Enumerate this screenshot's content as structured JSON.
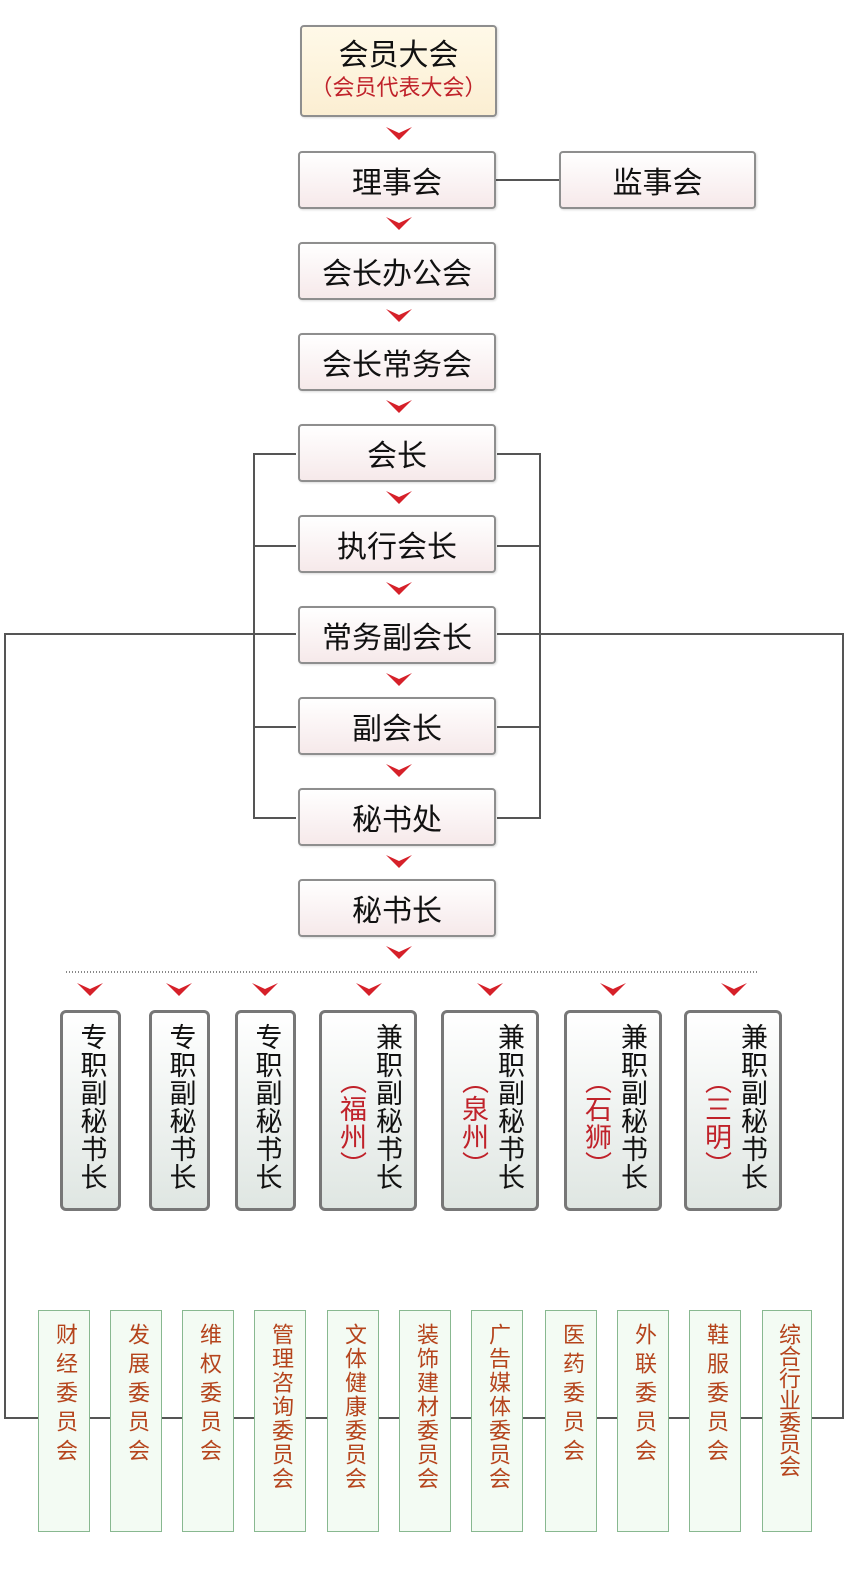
{
  "main": [
    {
      "label": "会员大会",
      "sub": "（会员代表大会）"
    },
    {
      "label": "理事会"
    },
    {
      "label": "会长办公会"
    },
    {
      "label": "会长常务会"
    },
    {
      "label": "会长"
    },
    {
      "label": "执行会长"
    },
    {
      "label": "常务副会长"
    },
    {
      "label": "副会长"
    },
    {
      "label": "秘书处"
    },
    {
      "label": "秘书长"
    }
  ],
  "side": {
    "label": "监事会"
  },
  "deputies": [
    {
      "text": "专职副秘书长",
      "region": ""
    },
    {
      "text": "专职副秘书长",
      "region": ""
    },
    {
      "text": "专职副秘书长",
      "region": ""
    },
    {
      "text": "兼职副秘书长",
      "region": "（福州）"
    },
    {
      "text": "兼职副秘书长",
      "region": "（泉州）"
    },
    {
      "text": "兼职副秘书长",
      "region": "（石狮）"
    },
    {
      "text": "兼职副秘书长",
      "region": "（三明）"
    }
  ],
  "committees": [
    "财经委员会",
    "发展委员会",
    "维权委员会",
    "管理咨询委员会",
    "文体健康委员会",
    "装饰建材委员会",
    "广告媒体委员会",
    "医药委员会",
    "外联委员会",
    "鞋服委员会",
    "综合行业委员会"
  ],
  "colors": {
    "accent": "#c0222a",
    "line": "#555555",
    "committee_text": "#b5441c"
  }
}
